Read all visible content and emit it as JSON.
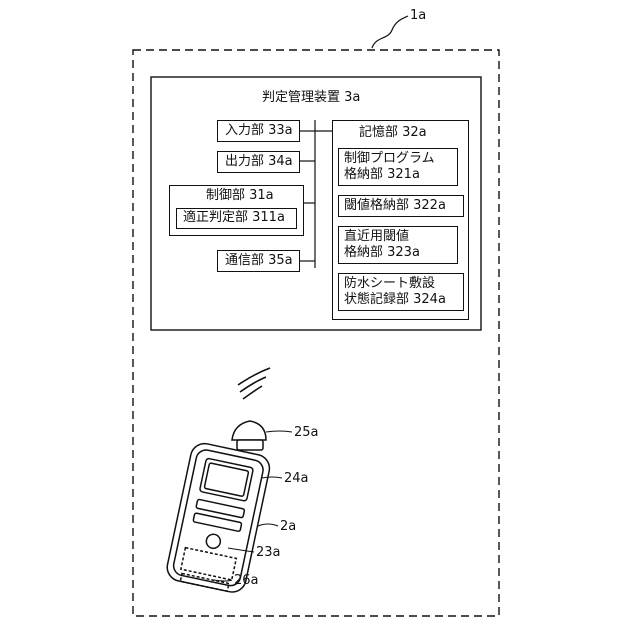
{
  "diagram": {
    "system_label": "1a",
    "device_title": "判定管理装置 3a",
    "input": "入力部 33a",
    "output": "出力部 34a",
    "control": "制御部 31a",
    "judge": "適正判定部 311a",
    "comm": "通信部 35a",
    "storage": "記憶部 32a",
    "prog_line1": "制御プログラム",
    "prog_line2": "格納部 321a",
    "threshold": "閾値格納部 322a",
    "approx_line1": "直近用閾値",
    "approx_line2": "格納部 323a",
    "sheet_line1": "防水シート敷設",
    "sheet_line2": "状態記録部 324a",
    "label_25a": "25a",
    "label_24a": "24a",
    "label_2a": "2a",
    "label_23a": "23a",
    "label_26a": "26a"
  }
}
